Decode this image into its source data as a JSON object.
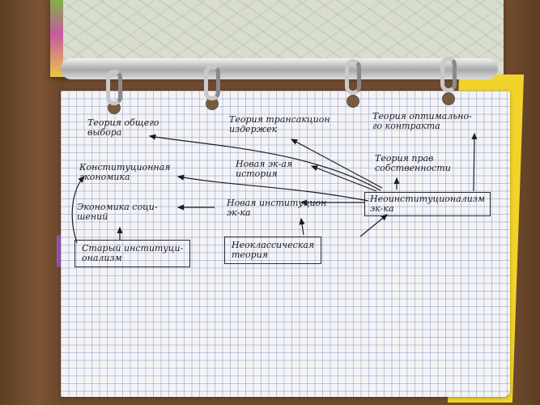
{
  "notes": {
    "obschego_vybora": "Теория общего\nвыбора",
    "transakts": "Теория трансакцион\nиздержек",
    "optimal_kontrakta": "Теория оптимально-\nго контракта",
    "prav_sobstvennosti": "Теория прав\nсобственности",
    "konstitutsionnaya": "Конституционная\nэкономика",
    "novaya_ek_ist": "Новая эк-ая\nистория",
    "ekonomika_sots": "Экономика соци-\nшений",
    "novaya_inst": "Новая институцион\nэк-ка",
    "neoinst": "Неоинституционализм\nэк-ка",
    "neoklass": "Неоклассическая\nтеория",
    "stary_inst": "Старый институци-\nонализм"
  },
  "colors": {
    "ink": "#1c1c22",
    "paper": "#f4f4f6",
    "grid": "#5a6eaa"
  }
}
